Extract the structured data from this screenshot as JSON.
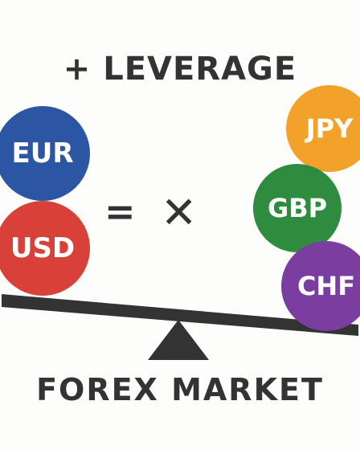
{
  "heading": "+ LEVERAGE",
  "footer": "FOREX MARKET",
  "operators": {
    "equals": "=",
    "times": "✕"
  },
  "coins": {
    "eur": {
      "label": "EUR",
      "color": "#2c56a3"
    },
    "usd": {
      "label": "USD",
      "color": "#d8403a"
    },
    "jpy": {
      "label": "JPY",
      "color": "#f2a22a"
    },
    "gbp": {
      "label": "GBP",
      "color": "#2e8c3e"
    },
    "chf": {
      "label": "CHF",
      "color": "#7a3ea0"
    }
  },
  "colors": {
    "text": "#333333",
    "beam": "#333333",
    "background": "#fdfdfc"
  }
}
